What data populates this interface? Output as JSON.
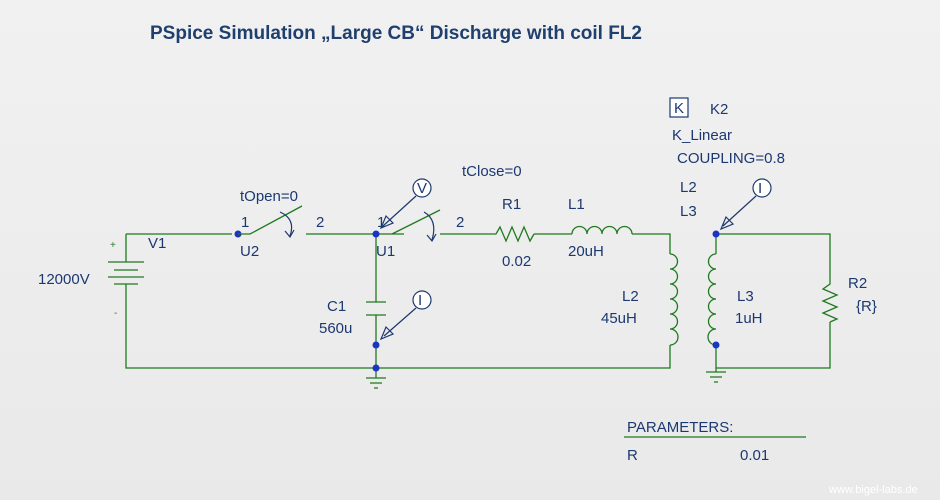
{
  "title": "PSpice Simulation „Large CB“ Discharge with coil FL2",
  "watermark": "www.bigel-labs.de",
  "source": {
    "name": "V1",
    "value": "12000V",
    "plus": "+",
    "minus": "-"
  },
  "switch_u2": {
    "name": "U2",
    "param": "tOpen=0",
    "pin1": "1",
    "pin2": "2"
  },
  "switch_u1": {
    "name": "U1",
    "param": "tClose=0",
    "pin1": "1",
    "pin2": "2"
  },
  "capacitor": {
    "name": "C1",
    "value": "560u"
  },
  "resistor_r1": {
    "name": "R1",
    "value": "0.02"
  },
  "inductor_l1": {
    "name": "L1",
    "value": "20uH"
  },
  "inductor_l2": {
    "name": "L2",
    "value": "45uH"
  },
  "inductor_l3": {
    "name": "L3",
    "value": "1uH"
  },
  "resistor_r2": {
    "name": "R2",
    "value": "{R}"
  },
  "coupling": {
    "box": "K",
    "name": "K2",
    "model": "K_Linear",
    "coupling": "COUPLING=0.8",
    "l_first": "L2",
    "l_second": "L3"
  },
  "probes": {
    "voltage": "V",
    "current": "I"
  },
  "parameters": {
    "header": "PARAMETERS:",
    "name": "R",
    "value": "0.01"
  }
}
